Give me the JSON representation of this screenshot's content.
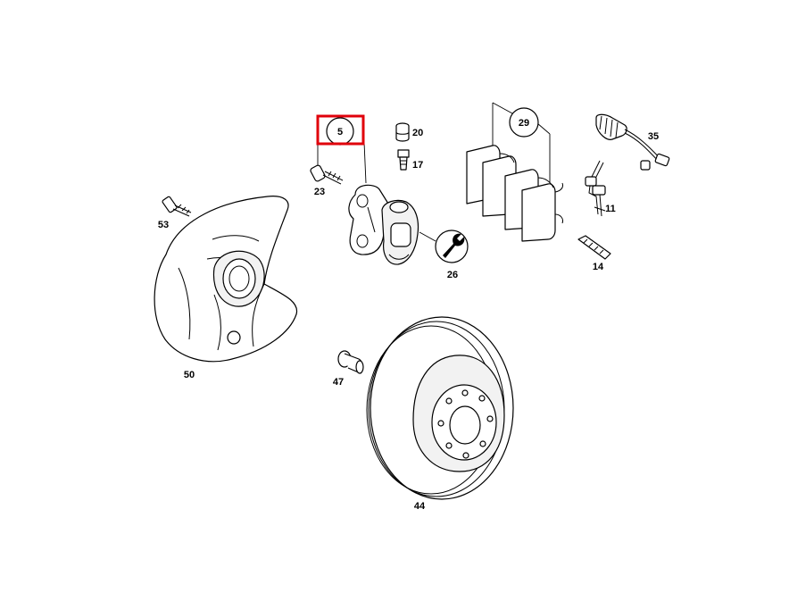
{
  "diagram": {
    "highlight": {
      "label": "5",
      "color": "#e0000b"
    },
    "labels": [
      "5",
      "20",
      "17",
      "23",
      "29",
      "35",
      "11",
      "53",
      "26",
      "14",
      "50",
      "47",
      "44"
    ]
  }
}
